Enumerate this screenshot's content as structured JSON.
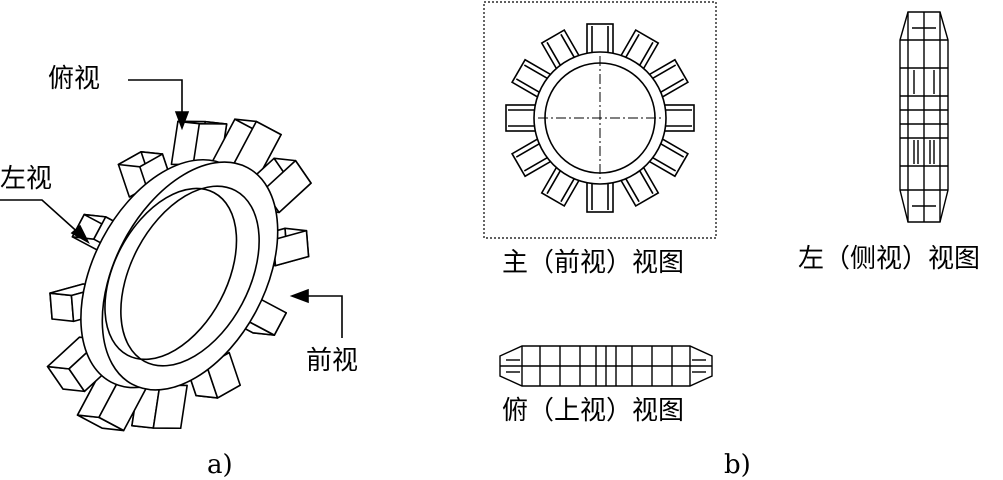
{
  "panel_a": {
    "label": "a)",
    "callouts": {
      "top": "俯视",
      "left": "左视",
      "front": "前视"
    }
  },
  "panel_b": {
    "label": "b)",
    "views": {
      "main": "主（前视）视图",
      "left": "左（侧视）视图",
      "top": "俯（上视）视图"
    }
  },
  "colors": {
    "line": "#000000",
    "background": "#ffffff"
  },
  "gear": {
    "teeth": 12
  }
}
